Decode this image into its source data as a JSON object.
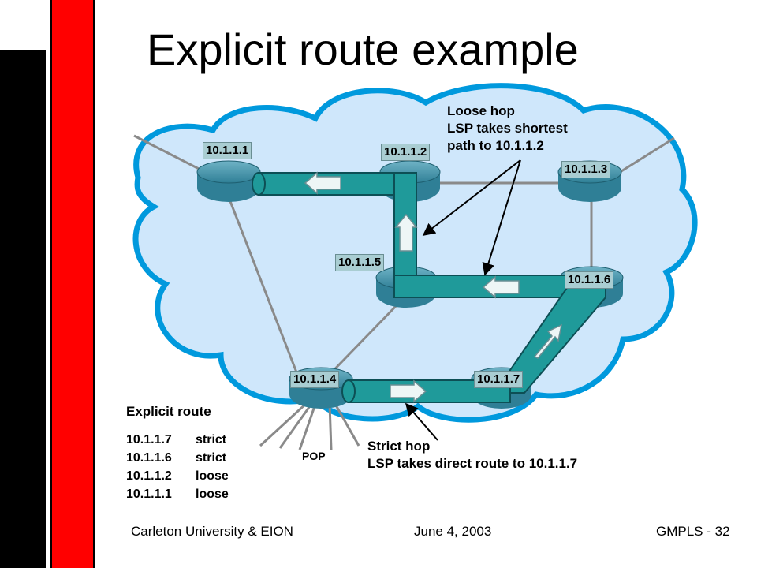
{
  "slide": {
    "title": "Explicit route example",
    "footer": {
      "left": "Carleton University & EION",
      "center": "June 4, 2003",
      "right": "GMPLS - 32"
    }
  },
  "routers": [
    {
      "id": "r1",
      "label": "10.1.1.1"
    },
    {
      "id": "r2",
      "label": "10.1.1.2"
    },
    {
      "id": "r3",
      "label": "10.1.1.3"
    },
    {
      "id": "r4",
      "label": "10.1.1.4"
    },
    {
      "id": "r5",
      "label": "10.1.1.5"
    },
    {
      "id": "r6",
      "label": "10.1.1.6"
    },
    {
      "id": "r7",
      "label": "10.1.1.7"
    }
  ],
  "annotations": {
    "loose_hop": {
      "line1": "Loose hop",
      "line2": "LSP takes shortest",
      "line3": "path to 10.1.1.2"
    },
    "strict_hop": {
      "line1": "Strict hop",
      "line2": "LSP takes direct route to 10.1.1.7"
    },
    "pop": "POP"
  },
  "explicit_route": {
    "heading": "Explicit route",
    "entries": [
      {
        "address": "10.1.1.7",
        "type": "strict"
      },
      {
        "address": "10.1.1.6",
        "type": "strict"
      },
      {
        "address": "10.1.1.2",
        "type": "loose"
      },
      {
        "address": "10.1.1.1",
        "type": "loose"
      }
    ]
  },
  "colors": {
    "cloud": "#cfe7fb",
    "cloud_edge": "#0099dd",
    "router": "#2f7f96",
    "lsp_tunnel": "#1f9a9a",
    "label_bg": "#a9cdd2",
    "sidebar_red": "#ff0000",
    "sidebar_black": "#000000"
  }
}
